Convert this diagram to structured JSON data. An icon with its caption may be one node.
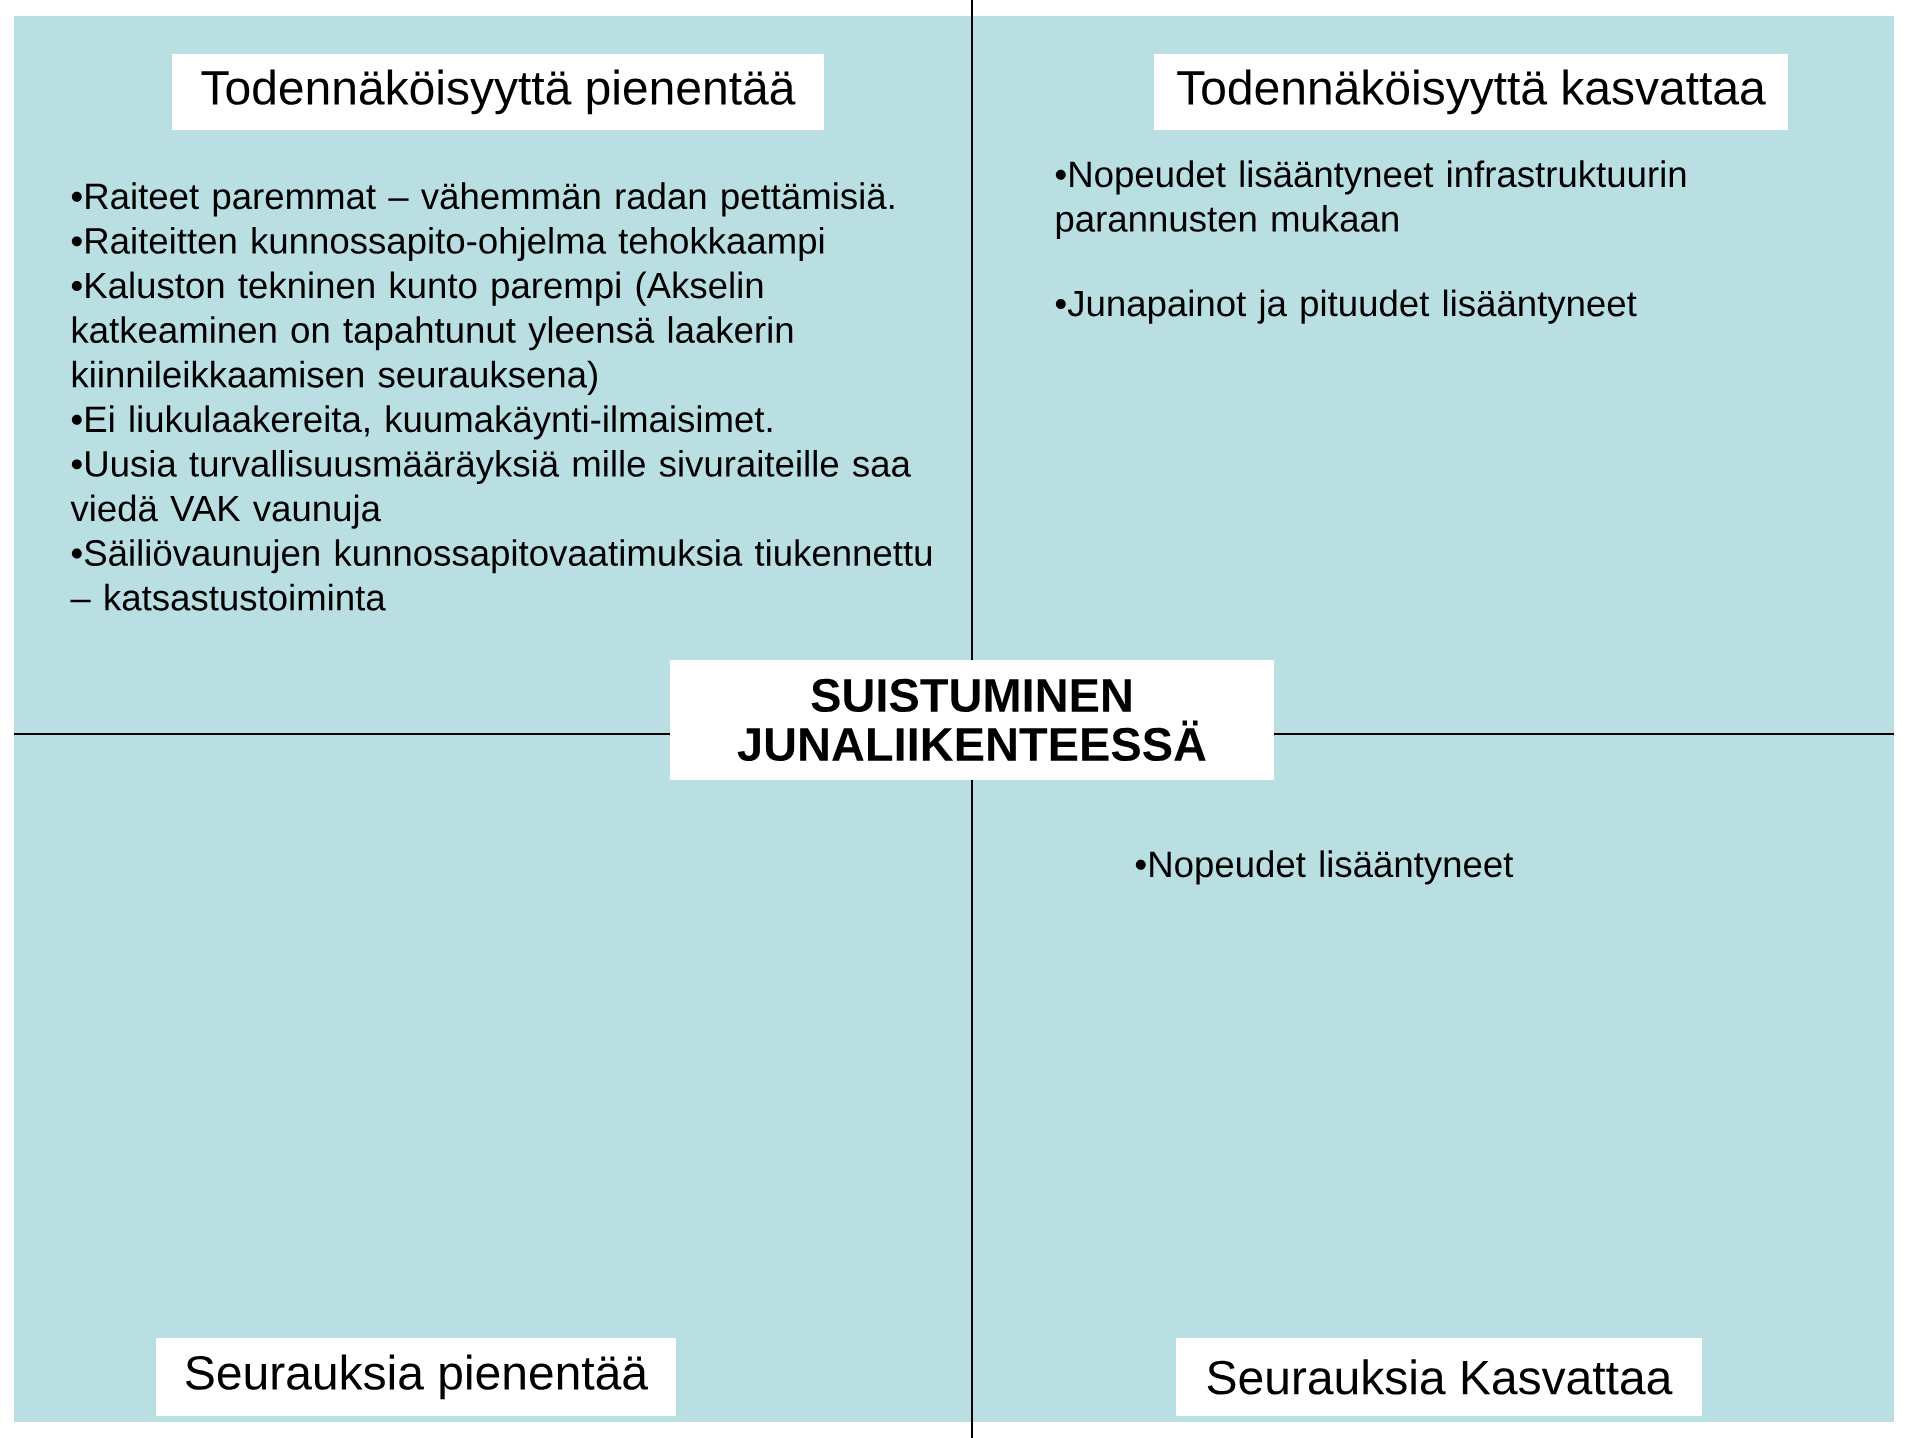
{
  "diagram": {
    "nodes": [
      {
        "text": [
          "•Raiteet paremmat – vähemmän radan pettämisiä.",
          "•Raiteitten kunnossapito-ohjelma tehokkaampi",
          "•Kaluston tekninen kunto parempi (Akselin katkeaminen on tapahtunut yleensä laakerin kiinnileikkaamisen seurauksena)",
          "•Ei liukulaakereita, kuumakäynti-ilmaisimet.",
          "•Uusia turvallisuusmääräyksiä mille sivuraiteille saa viedä VAK vaunuja",
          "•Säiliövaunujen kunnossapitovaatimuksia tiukennettu – katsastustoiminta"
        ]
      },
      {
        "text": [
          "Todennäköisyyttä pienentää"
        ],
        "in": 0
      },
      {
        "text": [
          "•Nopeudet lisääntyneet infrastruktuurin parannusten mukaan",
          "•Junapainot ja pituudet lisääntyneet"
        ]
      },
      {
        "text": [
          "Todennäköisyyttä kasvattaa"
        ],
        "in": 2
      },
      {
        "text": [
          "SUISTUMINEN JUNALIIKENTEESSÄ"
        ]
      },
      {
        "text": [],
        "shape": "box"
      },
      {
        "text": [
          "Seurauksia pienentää"
        ],
        "in": 5
      },
      {
        "text": [
          "•Nopeudet lisääntyneet"
        ]
      },
      {
        "text": [
          "Seurauksia Kasvattaa"
        ],
        "in": 7
      }
    ]
  }
}
